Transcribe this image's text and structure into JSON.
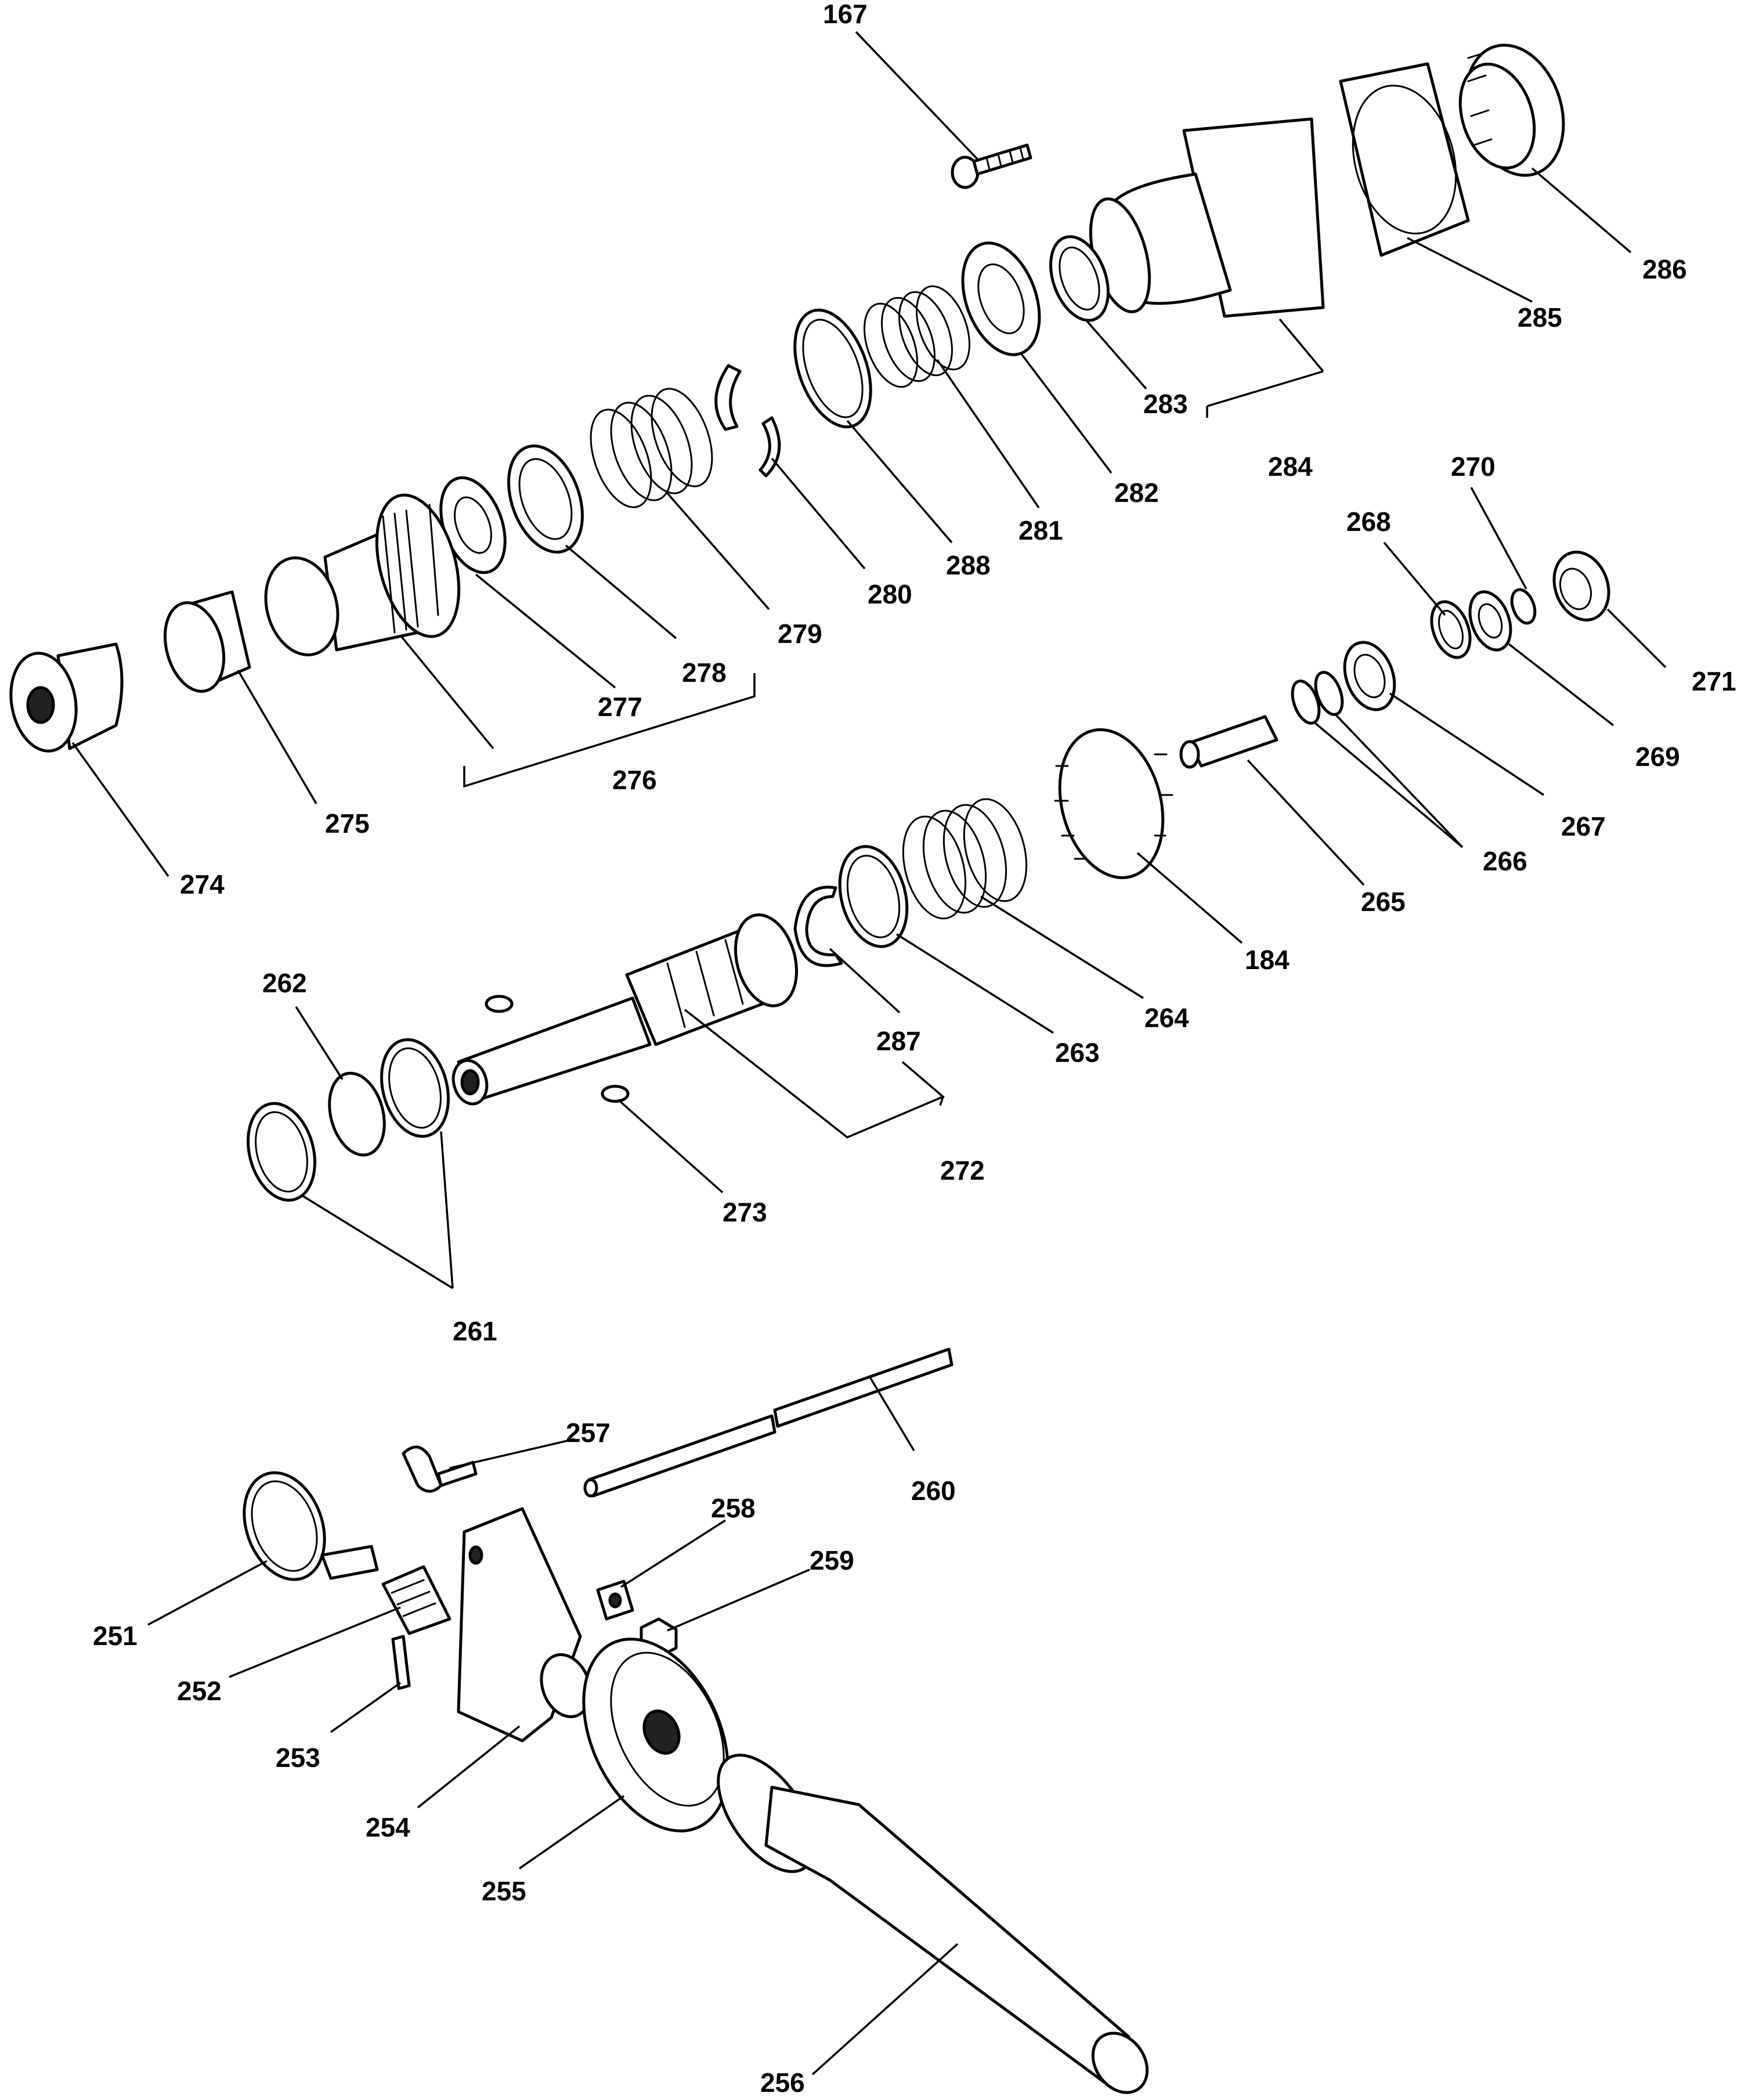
{
  "callouts": {
    "p167": "167",
    "p184": "184",
    "p251": "251",
    "p252": "252",
    "p253": "253",
    "p254": "254",
    "p255": "255",
    "p256": "256",
    "p257": "257",
    "p258": "258",
    "p259": "259",
    "p260": "260",
    "p261": "261",
    "p262": "262",
    "p263": "263",
    "p264": "264",
    "p265": "265",
    "p266": "266",
    "p267": "267",
    "p268": "268",
    "p269": "269",
    "p270": "270",
    "p271": "271",
    "p272": "272",
    "p273": "273",
    "p274": "274",
    "p275": "275",
    "p276": "276",
    "p277": "277",
    "p278": "278",
    "p279": "279",
    "p280": "280",
    "p281": "281",
    "p282": "282",
    "p283": "283",
    "p284": "284",
    "p285": "285",
    "p286": "286",
    "p287": "287",
    "p288": "288"
  }
}
